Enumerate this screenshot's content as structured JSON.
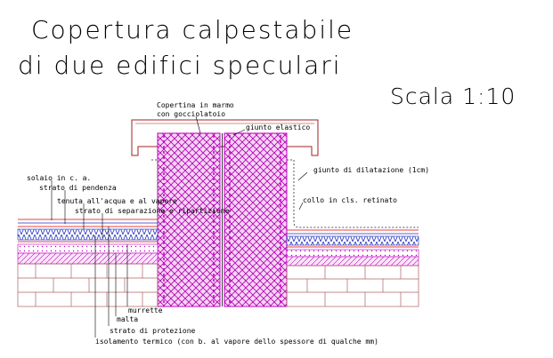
{
  "title": {
    "line1": "Copertura calpestabile",
    "line2": "di due edifici speculari"
  },
  "scale": "Scala 1:10",
  "labels": {
    "copertina_1": "Copertina in marmo",
    "copertina_2": "con gocciolatoio",
    "giunto_elastico": "giunto elastico",
    "giunto_dilatazione": "giunto di dilatazione (1cm)",
    "collo": "collo in cls. retinato",
    "solaio": "solaio in c. a.",
    "strato_pendenza": "strato di pendenza",
    "tenuta": "tenuta all'acqua e al vapore",
    "separazione": "strato di separazione e ripartizione",
    "murrette": "murrette",
    "malta": "malta",
    "protezione": "strato di protezione",
    "isolamento": "isolamento termico (con b. al vapore dello spessore di qualche mm)"
  },
  "colors": {
    "ink": "#000000",
    "masonry": "#c000c0",
    "hatch": "#9a109a",
    "layer_red": "#e00000",
    "layer_blue": "#2030c0",
    "brick": "#b06060",
    "cap": "#a02020"
  }
}
